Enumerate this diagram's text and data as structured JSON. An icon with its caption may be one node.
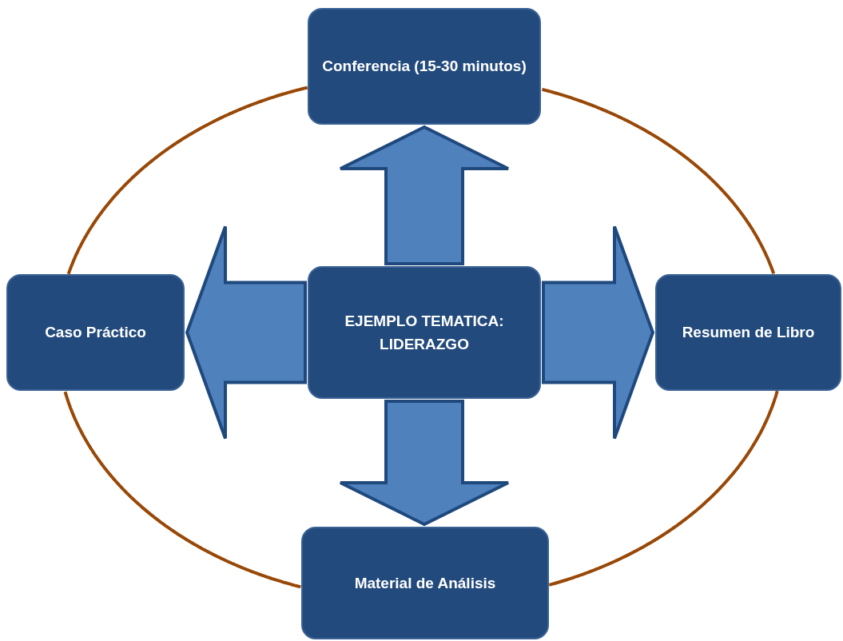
{
  "diagram": {
    "nodes": [
      {
        "text": [
          "Conferencia (15-30 minutos)"
        ]
      },
      {
        "text": [
          "Caso Práctico"
        ]
      },
      {
        "text": [
          "EJEMPLO TEMATICA: LIDERAZGO"
        ]
      },
      {
        "text": [
          "Resumen de Libro"
        ]
      },
      {
        "text": [
          "Material de Análisis"
        ]
      }
    ],
    "edges": [
      {
        "from": 2,
        "to": 0,
        "arrow": "to",
        "style": "thick",
        "color": "#4f81bd"
      },
      {
        "from": 2,
        "to": 1,
        "arrow": "to",
        "style": "thick",
        "color": "#4f81bd"
      },
      {
        "from": 2,
        "to": 3,
        "arrow": "to",
        "style": "thick",
        "color": "#4f81bd"
      },
      {
        "from": 2,
        "to": 4,
        "arrow": "to",
        "style": "thick",
        "color": "#4f81bd"
      },
      {
        "from": 0,
        "to": 3,
        "arrow": "none",
        "color": "#984807"
      },
      {
        "from": 3,
        "to": 4,
        "arrow": "none",
        "color": "#984807"
      },
      {
        "from": 4,
        "to": 1,
        "arrow": "none",
        "color": "#984807"
      },
      {
        "from": 1,
        "to": 0,
        "arrow": "none",
        "color": "#984807"
      }
    ]
  }
}
